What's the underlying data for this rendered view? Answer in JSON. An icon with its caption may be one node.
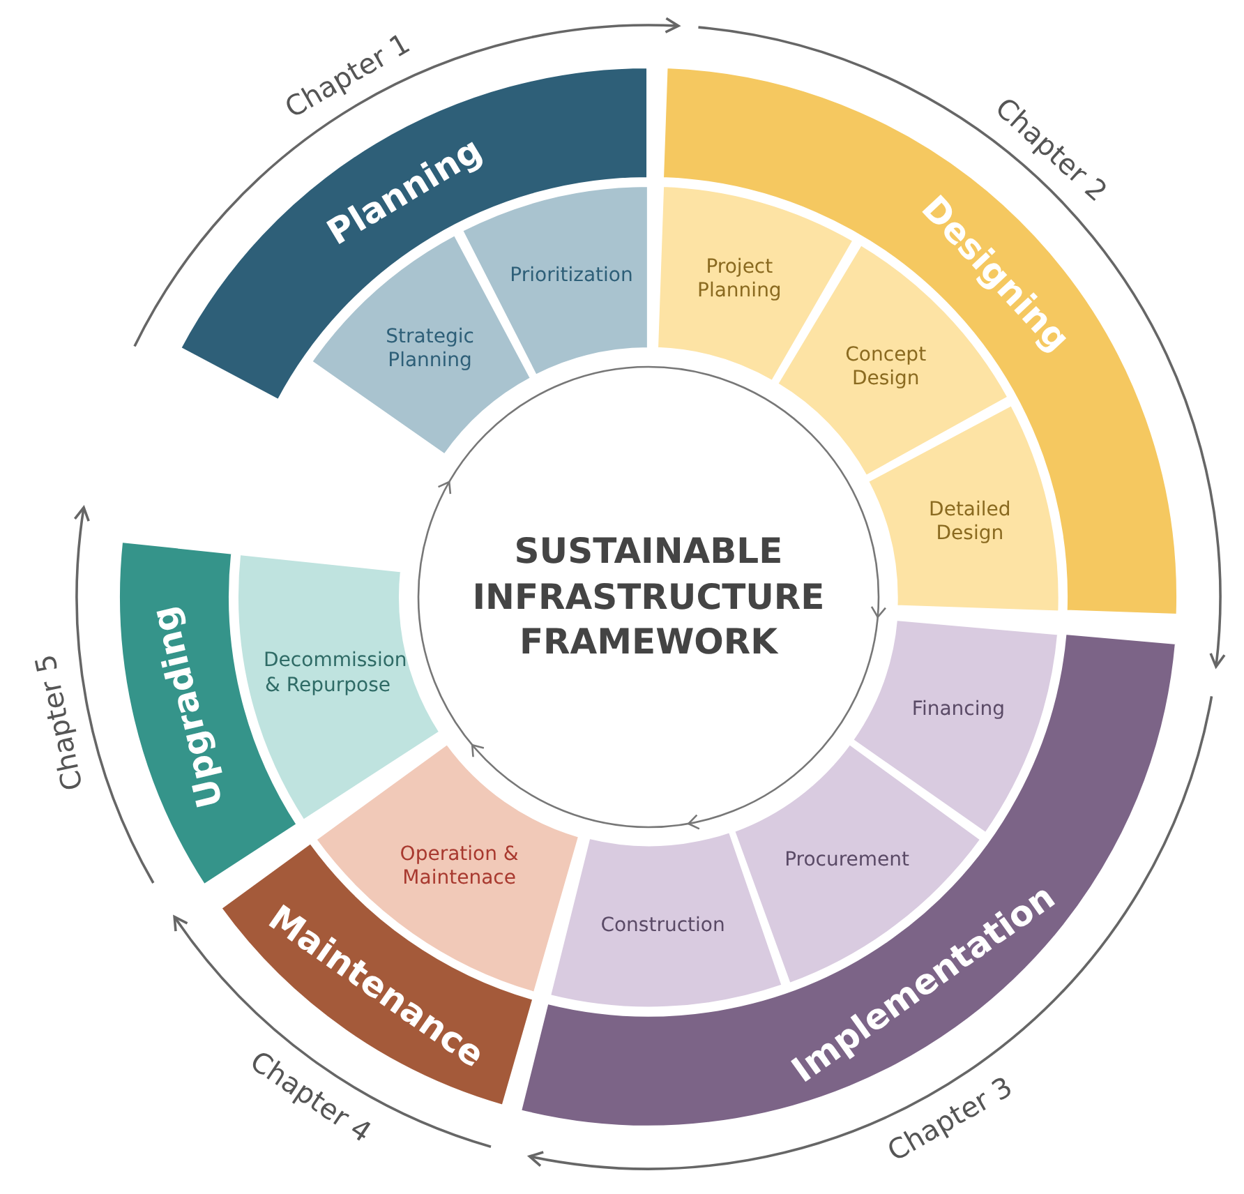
{
  "diagram": {
    "nodes": [
      {
        "text": [
          "SUSTAINABLE INFRASTRUCTURE FRAMEWORK"
        ]
      },
      {
        "text": [
          "Planning"
        ],
        "beside": [
          "Chapter 1"
        ]
      },
      {
        "text": [
          "Strategic Planning"
        ]
      },
      {
        "text": [
          "Prioritization"
        ]
      },
      {
        "text": [
          "Designing"
        ],
        "beside": [
          "Chapter 2"
        ]
      },
      {
        "text": [
          "Project Planning"
        ]
      },
      {
        "text": [
          "Concept Design"
        ]
      },
      {
        "text": [
          "Detailed Design"
        ]
      },
      {
        "text": [
          "Implementation"
        ],
        "beside": [
          "Chapter 3"
        ]
      },
      {
        "text": [
          "Financing"
        ]
      },
      {
        "text": [
          "Procurement"
        ]
      },
      {
        "text": [
          "Construction"
        ]
      },
      {
        "text": [
          "Maintenance"
        ],
        "beside": [
          "Chapter 4"
        ]
      },
      {
        "text": [
          "Operation & Maintenace"
        ]
      },
      {
        "text": [
          "Upgrading"
        ],
        "beside": [
          "Chapter 5"
        ]
      },
      {
        "text": [
          "Decommission & Repurpose"
        ]
      }
    ],
    "edges": []
  }
}
